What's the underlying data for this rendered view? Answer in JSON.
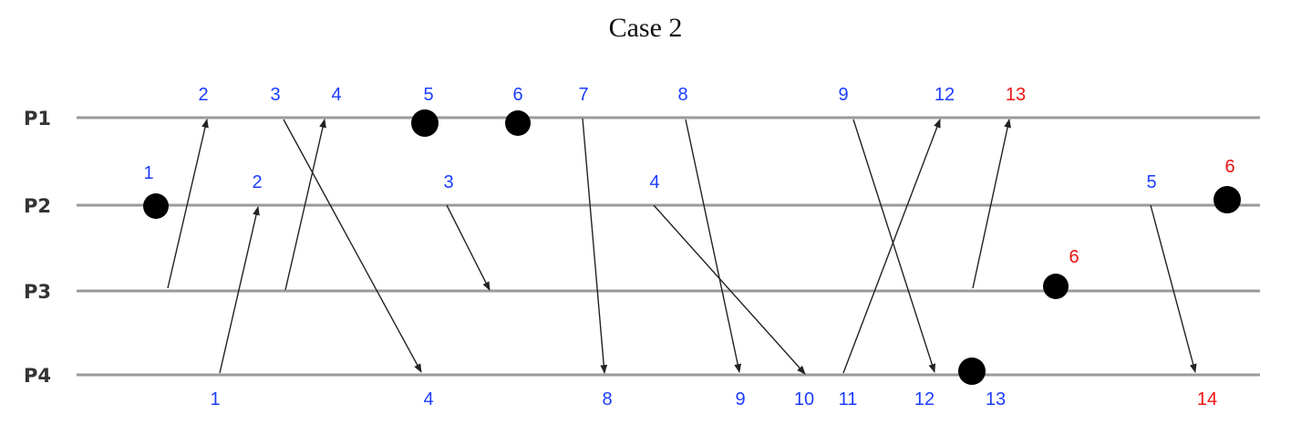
{
  "title": "Case 2",
  "colors": {
    "label": "#1a3cff",
    "highlight": "#ee1111",
    "line": "#9a9a9a",
    "arrow": "#222222",
    "dot": "#000000"
  },
  "processes": [
    {
      "id": "p1",
      "label": "P1"
    },
    {
      "id": "p2",
      "label": "P2"
    },
    {
      "id": "p3",
      "label": "P3"
    },
    {
      "id": "p4",
      "label": "P4"
    }
  ],
  "events": {
    "p1": [
      "2",
      "3",
      "4",
      "5",
      "6",
      "7",
      "8",
      "9",
      "12",
      "13"
    ],
    "p2": [
      "1",
      "2",
      "3",
      "4",
      "5",
      "6"
    ],
    "p3": [
      "6"
    ],
    "p4": [
      "1",
      "4",
      "8",
      "9",
      "10",
      "11",
      "12",
      "13",
      "14"
    ]
  },
  "highlighted": [
    "p1-13",
    "p2-6",
    "p3-6",
    "p4-14"
  ]
}
